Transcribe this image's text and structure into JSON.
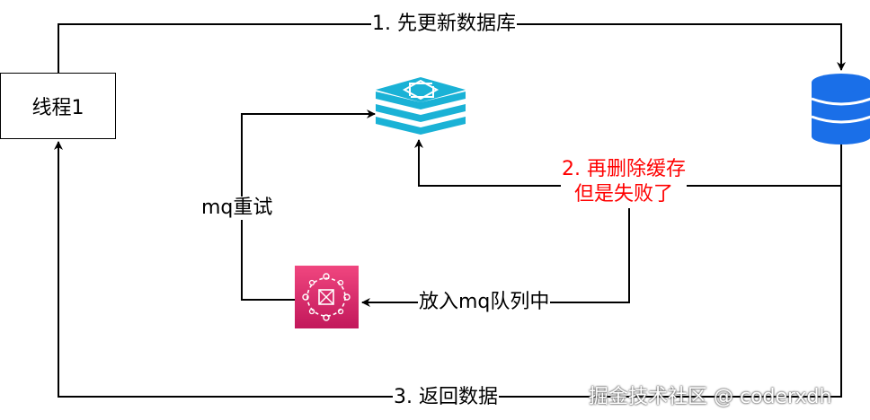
{
  "nodes": {
    "thread": "线程1"
  },
  "edges": {
    "step1": "1. 先更新数据库",
    "step2_line1": "2. 再删除缓存",
    "step2_line2": "但是失败了",
    "enqueue": "放入mq队列中",
    "retry": "mq重试",
    "step3": "3. 返回数据"
  },
  "watermark": "掘金技术社区 @ coderxdh",
  "colors": {
    "error_text": "#ff0000",
    "redis": "#1ab2d6",
    "database": "#1a6fe8",
    "mq_top": "#f0467f",
    "mq_bottom": "#c2185b"
  }
}
